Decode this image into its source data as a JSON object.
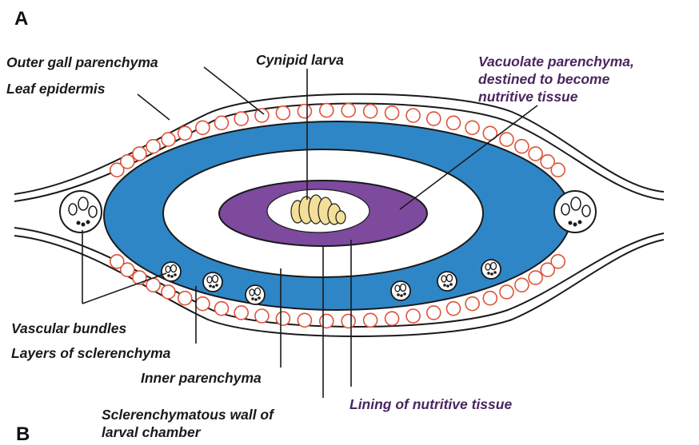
{
  "panels": {
    "a": "A",
    "b": "B"
  },
  "labels": {
    "outer_gall_parenchyma": "Outer gall parenchyma",
    "cynipid_larva": "Cynipid larva",
    "vacuolate_line1": "Vacuolate parenchyma,",
    "vacuolate_line2": "destined to become",
    "vacuolate_line3": "nutritive tissue",
    "leaf_epidermis": "Leaf epidermis",
    "vascular_bundles": "Vascular bundles",
    "layers_of_sclerenchyma": "Layers of sclerenchyma",
    "inner_parenchyma": "Inner parenchyma",
    "lining_of_nutritive_tissue": "Lining of nutritive tissue",
    "scler_wall_line1": "Sclerenchymatous wall of",
    "scler_wall_line2": "larval chamber"
  },
  "colors": {
    "sclerenchyma_blue": "#2f86c6",
    "nutritive_purple": "#7d4a9e",
    "cell_outline_red": "#e0523a",
    "line_dark": "#1a1a1a",
    "larva_yellow": "#f3df9a"
  }
}
